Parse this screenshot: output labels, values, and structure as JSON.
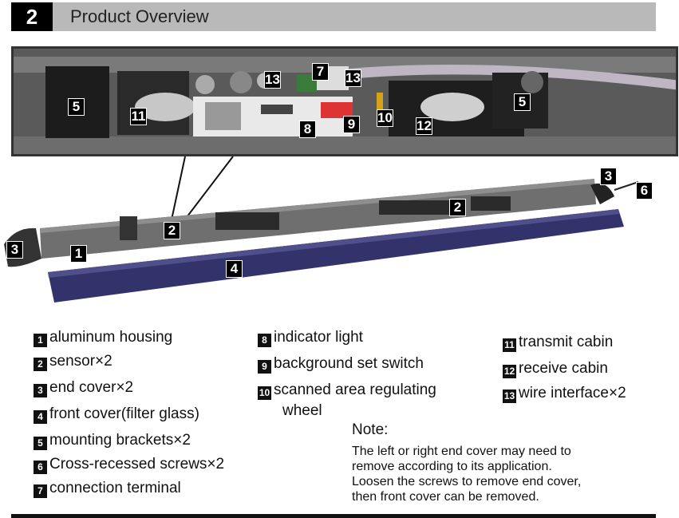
{
  "header": {
    "number": "2",
    "title": "Product Overview"
  },
  "photo_labels": [
    "5",
    "11",
    "13",
    "7",
    "13",
    "8",
    "9",
    "10",
    "12",
    "5"
  ],
  "illus_labels": [
    "3",
    "1",
    "2",
    "2",
    "4",
    "3",
    "6"
  ],
  "legend": {
    "col1": [
      {
        "n": "1",
        "t": "aluminum housing"
      },
      {
        "n": "2",
        "t": "sensor×2"
      },
      {
        "n": "3",
        "t": "end cover×2"
      },
      {
        "n": "4",
        "t": "front  cover(filter glass)"
      },
      {
        "n": "5",
        "t": "mounting brackets×2"
      },
      {
        "n": "6",
        "t": "Cross-recessed screws×2"
      },
      {
        "n": "7",
        "t": "connection terminal"
      }
    ],
    "col2": [
      {
        "n": "8",
        "t": "indicator light"
      },
      {
        "n": "9",
        "t": "background set switch"
      },
      {
        "n": "10",
        "t": "scanned area regulating"
      }
    ],
    "col2_cont": "wheel",
    "col3": [
      {
        "n": "11",
        "t": "transmit  cabin"
      },
      {
        "n": "12",
        "t": "receive cabin"
      },
      {
        "n": "13",
        "t": "wire interface×2"
      }
    ]
  },
  "note": {
    "heading": "Note:",
    "lines": [
      "The left or right end cover may need to",
      "remove according to its application.",
      "Loosen the screws to remove end cover,",
      "then front cover can be removed."
    ]
  }
}
